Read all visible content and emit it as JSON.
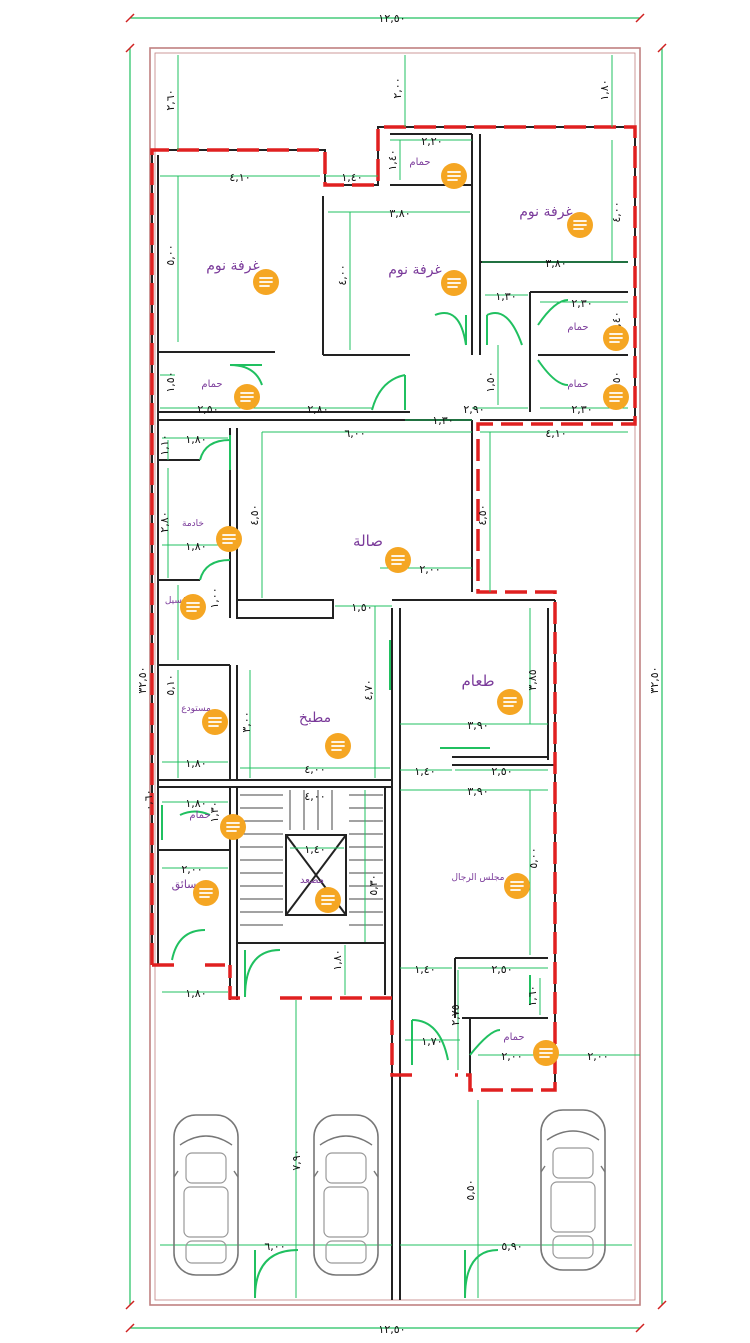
{
  "rooms": {
    "bedroom_left": "غرفة نوم",
    "bedroom_middle": "غرفة نوم",
    "bedroom_right": "غرفة نوم",
    "bath_top": "حمام",
    "bath_left": "حمام",
    "bath_right_1": "حمام",
    "bath_right_2": "حمام",
    "maid": "خادمة",
    "laundry": "غسيل",
    "hall": "صالة",
    "dining": "طعام",
    "storage": "مستودع",
    "kitchen": "مطبخ",
    "bath_mid_left": "حمام",
    "driver": "سائق",
    "elevator": "مصعد",
    "majlis": "مجلس الرجال",
    "bath_bottom": "حمام"
  },
  "dims": {
    "total_width_top": "١٢,٥٠",
    "total_width_bottom": "١٢,٥٠",
    "total_len_left": "٣٢,٥٠",
    "total_len_right": "٣٢,٥٠",
    "setback_top_left": "٢,٦٠",
    "setback_top_mid": "٢,٠٠",
    "setback_top_right": "١,٨٠",
    "bed_left_w": "٤,١٠",
    "bed_left_h": "٥,٠٠",
    "gap_140": "١,٤٠",
    "bath_top_w": "٢,٢٠",
    "bath_top_h": "١,٤٠",
    "bed_mid_w": "٣,٨٠",
    "bed_mid_h": "٤,٠٠",
    "bed_right_w": "٣,٨٠",
    "bed_right_h": "٤,٠٠",
    "corr_right_w": "١,٣٠",
    "bath_r1_w": "٢,٣٠",
    "bath_r1_h": "١,٤٠",
    "bath_r2_w": "٢,٣٠",
    "bath_r2_h": "١,٥٠",
    "bath_left_w": "٢,٥٠",
    "bath_left_h": "١,٥٠",
    "corr_280": "٢,٨٠",
    "corr_130": "١,٣٠",
    "corr_290": "٢,٩٠",
    "corr_150": "١,٥٠",
    "hall_w": "٦,٠٠",
    "hall_h": "٤,٥٠",
    "hall_w2": "٢,٠٠",
    "right_410": "٤,١٠",
    "right_450": "٤,٥٠",
    "maid_180a": "١,٨٠",
    "maid_110": "١,١٠",
    "maid_280": "٢,٨٠",
    "maid_180b": "١,٨٠",
    "laundry_100": "١,٠٠",
    "hall_150": "١,٥٠",
    "dining_h": "٣,٨٥",
    "dining_w": "٣,٩٠",
    "kitchen_h": "٣,٠٠",
    "kitchen_w": "٤,٠٠",
    "storage_h": "٥,١٠",
    "storage_w": "١,٨٠",
    "left_470": "٤,٧٠",
    "gap_140b": "١,٤٠",
    "gap_250": "٢,٥٠",
    "majlis_w": "٣,٩٠",
    "majlis_h": "٥,٠٠",
    "stair_400": "٤,٠٠",
    "elev_140": "١,٤٠",
    "stair_530": "٥,٣٠",
    "stair_180": "١,٨٠",
    "bath_ml_180": "١,٨٠",
    "bath_ml_130": "١,٣٠",
    "driver_200": "٢,٠٠",
    "driver_180": "١,٨٠",
    "driver_060": "٠,٦٠",
    "entry_140": "١,٤٠",
    "entry_250": "٢,٥٠",
    "entry_275": "٢,٧٥",
    "entry_170": "١,٧٠",
    "bath_b_160": "١,٦٠",
    "bath_b_200": "٢,٠٠",
    "side_200": "٢,٠٠",
    "parking_790": "٧,٩٠",
    "parking_550": "٥,٥٠",
    "parking_600": "٦,٠٠",
    "parking_590": "٥,٩٠"
  },
  "colors": {
    "outer_wall_dash": "#e02020",
    "dimension_line": "#20c060",
    "boundary": "#c08080",
    "wall": "#222222",
    "room_label": "#7a3a9a",
    "pin": "#f5a623",
    "door": "#20c060"
  },
  "icons": {
    "comment_pin": "comment-pin-icon",
    "car": "car-icon"
  }
}
